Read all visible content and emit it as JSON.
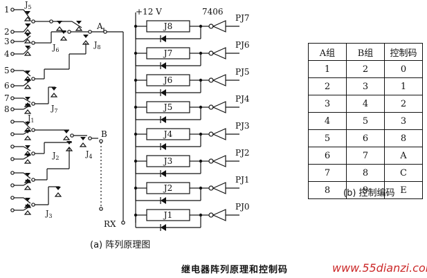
{
  "diagram": {
    "supply_label": "+12 V",
    "driver_ic_label": "7406",
    "node_a_label": "A",
    "node_b_label": "B",
    "rx_label": "RX",
    "left_pins": [
      "1",
      "2",
      "3",
      "4",
      "5",
      "6",
      "7",
      "8"
    ],
    "switch_labels": {
      "j5": "J5",
      "j6": "J6",
      "j8": "J8",
      "j7": "J7",
      "j1": "J1",
      "j2": "J2",
      "j4": "J4",
      "j3": "J3"
    },
    "relays": [
      {
        "name": "J8",
        "line": "PJ7"
      },
      {
        "name": "J7",
        "line": "PJ6"
      },
      {
        "name": "J6",
        "line": "PJ5"
      },
      {
        "name": "J5",
        "line": "PJ4"
      },
      {
        "name": "J4",
        "line": "PJ3"
      },
      {
        "name": "J3",
        "line": "PJ2"
      },
      {
        "name": "J2",
        "line": "PJ1"
      },
      {
        "name": "J1",
        "line": "PJ0"
      }
    ]
  },
  "caption_a": "(a) 阵列原理图",
  "table": {
    "headers": [
      "A组",
      "B组",
      "控制码"
    ],
    "rows": [
      [
        "1",
        "2",
        "0"
      ],
      [
        "2",
        "3",
        "1"
      ],
      [
        "3",
        "4",
        "2"
      ],
      [
        "4",
        "5",
        "3"
      ],
      [
        "5",
        "6",
        "8"
      ],
      [
        "6",
        "7",
        "A"
      ],
      [
        "7",
        "8",
        "C"
      ],
      [
        "8",
        "9",
        "E"
      ]
    ]
  },
  "caption_b": "(b) 控制编码",
  "page_title": "继电器阵列原理和控制码",
  "watermark": "www.55dianzi.com"
}
